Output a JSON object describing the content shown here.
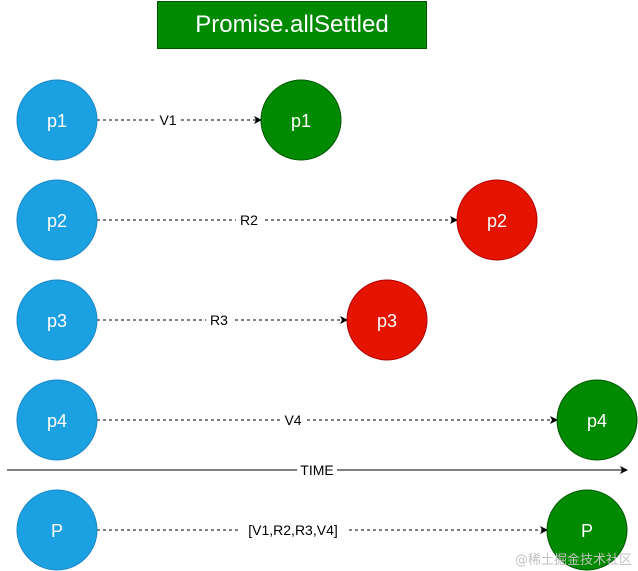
{
  "title": "Promise.allSettled",
  "colors": {
    "pending": "#1ba1e2",
    "fulfilled": "#008a00",
    "rejected": "#e51400"
  },
  "rows": [
    {
      "source": "p1",
      "edge_label": "V1",
      "target": "p1",
      "target_state": "fulfilled"
    },
    {
      "source": "p2",
      "edge_label": "R2",
      "target": "p2",
      "target_state": "rejected"
    },
    {
      "source": "p3",
      "edge_label": "R3",
      "target": "p3",
      "target_state": "rejected"
    },
    {
      "source": "p4",
      "edge_label": "V4",
      "target": "p4",
      "target_state": "fulfilled"
    }
  ],
  "time_axis_label": "TIME",
  "result_row": {
    "source": "P",
    "edge_label": "[V1,R2,R3,V4]",
    "target": "P",
    "target_state": "fulfilled"
  },
  "watermark": "@稀土掘金技术社区"
}
